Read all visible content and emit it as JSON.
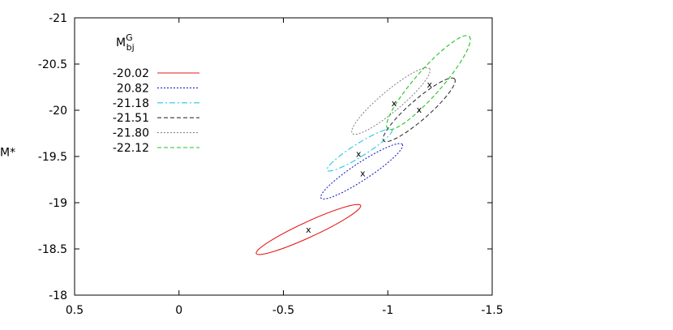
{
  "chart_data": {
    "type": "scatter",
    "ylabel": "M*",
    "xlim": [
      0.5,
      -1.5
    ],
    "ylim": [
      -18,
      -21
    ],
    "x_ticks": [
      0.5,
      0,
      -0.5,
      -1,
      -1.5
    ],
    "x_tick_labels": [
      "0.5",
      "0",
      "-0.5",
      "-1",
      "-1.5"
    ],
    "y_ticks": [
      -21,
      -20.5,
      -20,
      -19.5,
      -19,
      -18.5,
      -18
    ],
    "y_tick_labels": [
      "-21",
      "-20.5",
      "-20",
      "-19.5",
      "-19",
      "-18.5",
      "-18"
    ],
    "legend_title": "M^G_bj",
    "legend_position": "top-left",
    "marker": "x",
    "grid": false,
    "series": [
      {
        "name": "-20.02",
        "color": "#e41a1c",
        "dash": "solid",
        "center": [
          -0.62,
          -18.71
        ],
        "ellipse": {
          "x_range": [
            -0.37,
            -0.87
          ],
          "y_range": [
            -18.45,
            -18.97
          ]
        }
      },
      {
        "name": "20.82",
        "color": "#1f1fd6",
        "dash": "dot",
        "center": [
          -0.88,
          -19.32
        ],
        "ellipse": {
          "x_range": [
            -0.68,
            -1.07
          ],
          "y_range": [
            -19.05,
            -19.63
          ]
        }
      },
      {
        "name": "-21.18",
        "color": "#1ec8e8",
        "dash": "dashdot",
        "center": [
          -0.86,
          -19.53
        ],
        "ellipse": {
          "x_range": [
            -0.71,
            -1.02
          ],
          "y_range": [
            -19.35,
            -19.79
          ]
        }
      },
      {
        "name": "-21.51",
        "color": "#333333",
        "dash": "dash",
        "center": [
          -1.15,
          -20.01
        ],
        "ellipse": {
          "x_range": [
            -0.98,
            -1.32
          ],
          "y_range": [
            -19.67,
            -20.34
          ]
        }
      },
      {
        "name": "-21.80",
        "color": "#888888",
        "dash": "dot",
        "center": [
          -1.03,
          -20.08
        ],
        "ellipse": {
          "x_range": [
            -0.83,
            -1.2
          ],
          "y_range": [
            -19.75,
            -20.45
          ]
        }
      },
      {
        "name": "-22.12",
        "color": "#22c022",
        "dash": "dash",
        "center": [
          -1.2,
          -20.28
        ],
        "ellipse": {
          "x_range": [
            -1.0,
            -1.39
          ],
          "y_range": [
            -19.8,
            -20.8
          ]
        }
      }
    ]
  }
}
